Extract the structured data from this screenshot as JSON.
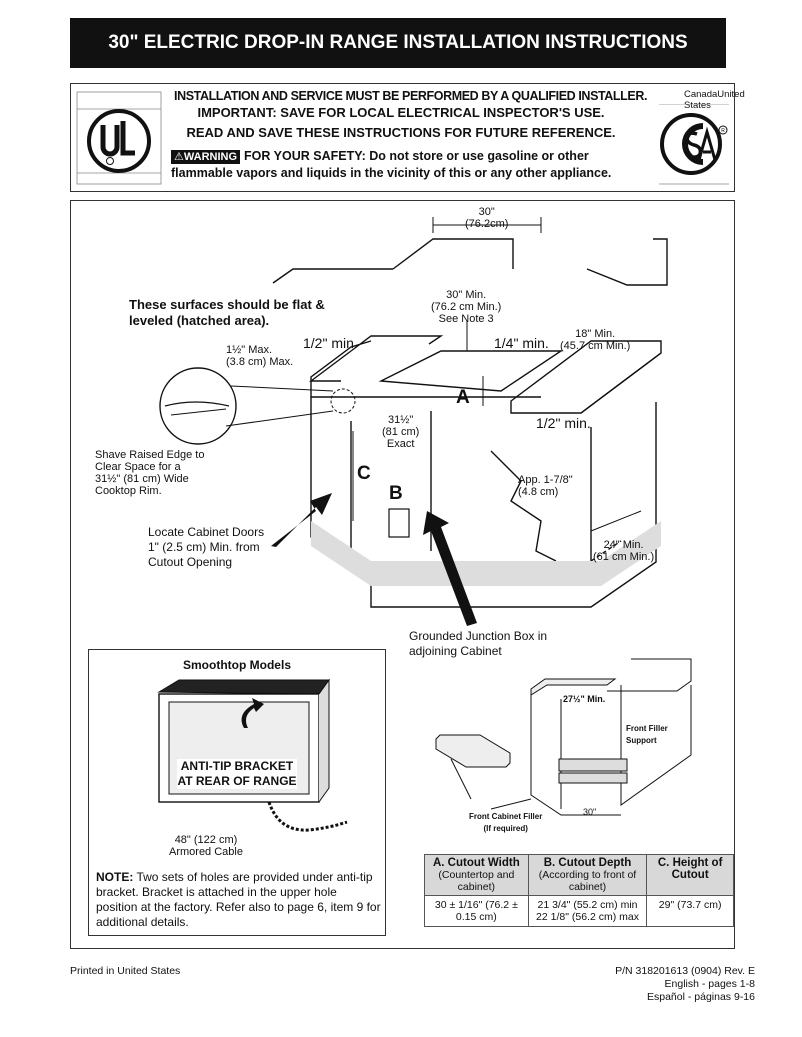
{
  "title": "30\" ELECTRIC DROP-IN RANGE INSTALLATION INSTRUCTIONS",
  "header": {
    "line1": "INSTALLATION AND SERVICE MUST BE PERFORMED BY A QUALIFIED INSTALLER.",
    "line2": "IMPORTANT: SAVE FOR LOCAL ELECTRICAL INSPECTOR'S USE.",
    "line3": "READ AND SAVE THESE INSTRUCTIONS FOR FUTURE REFERENCE.",
    "warning_badge": "WARNING",
    "warning_text": "FOR YOUR SAFETY: Do not store or use gasoline or other flammable vapors and liquids in the vicinity of this or any other appliance.",
    "canada_us": "CanadaUnited States"
  },
  "diagram": {
    "dim_30_top": "30\"",
    "dim_30_top_cm": "(76.2cm)",
    "dim_30_min": "30\" Min.",
    "dim_30_min_cm": "(76.2 cm Min.)",
    "see_note3": "See Note 3",
    "surfaces_note": "These surfaces  should be flat & leveled (hatched area).",
    "half_min_left": "1/2\" min.",
    "quarter_min": "1/4\" min.",
    "dim_18_min": "18\" Min.",
    "dim_18_min_cm": "(45.7 cm Min.)",
    "max_1_5": "1½\" Max.",
    "max_1_5_cm": "(3.8 cm) Max.",
    "letter_a": "A",
    "half_min_right": "1/2\" min.",
    "dim_31_5": "31½\"",
    "dim_31_5_cm": "(81 cm)",
    "exact": "Exact",
    "shave_note": "Shave Raised Edge to Clear Space for a 31½\" (81 cm) Wide Cooktop Rim.",
    "letter_c": "C",
    "letter_b": "B",
    "app_1_78": "App. 1-7/8\"",
    "app_1_78_cm": "(4.8 cm)",
    "locate_doors": "Locate Cabinet Doors 1\" (2.5 cm) Min. from Cutout Opening",
    "dim_24_min": "24\" Min.",
    "dim_24_min_cm": "(61 cm Min.)",
    "junction_box": "Grounded Junction Box in adjoining Cabinet",
    "smoothtop": "Smoothtop Models",
    "anti_tip": "ANTI-TIP BRACKET AT REAR OF RANGE",
    "cable_len": "48\" (122 cm)",
    "cable_type": "Armored Cable",
    "note_label": "NOTE:",
    "note_text": " Two sets of holes are provided under anti-tip bracket. Bracket is attached in the upper hole position at the factory. Refer also to page 6, item 9 for additional details.",
    "filler_27": "27½\" Min.",
    "front_filler_support": "Front Filler Support",
    "front_cabinet_filler": "Front Cabinet Filler",
    "if_required": "(If required)",
    "dim_30_small": "30\""
  },
  "cutout_table": {
    "headers": [
      {
        "title": "A. Cutout Width",
        "sub": "(Countertop and cabinet)"
      },
      {
        "title": "B. Cutout Depth",
        "sub": "(According to front of cabinet)"
      },
      {
        "title": "C. Height of Cutout",
        "sub": ""
      }
    ],
    "row": [
      "30 ± 1/16\" (76.2 ± 0.15 cm)",
      "21 3/4\" (55.2 cm) min 22 1/8\" (56.2 cm) max",
      "29\" (73.7 cm)"
    ]
  },
  "footer": {
    "left": "Printed in United States",
    "part_no": "P/N 318201613 (0904) Rev. E",
    "english": "English - pages 1-8",
    "espanol": "Español - páginas 9-16"
  }
}
